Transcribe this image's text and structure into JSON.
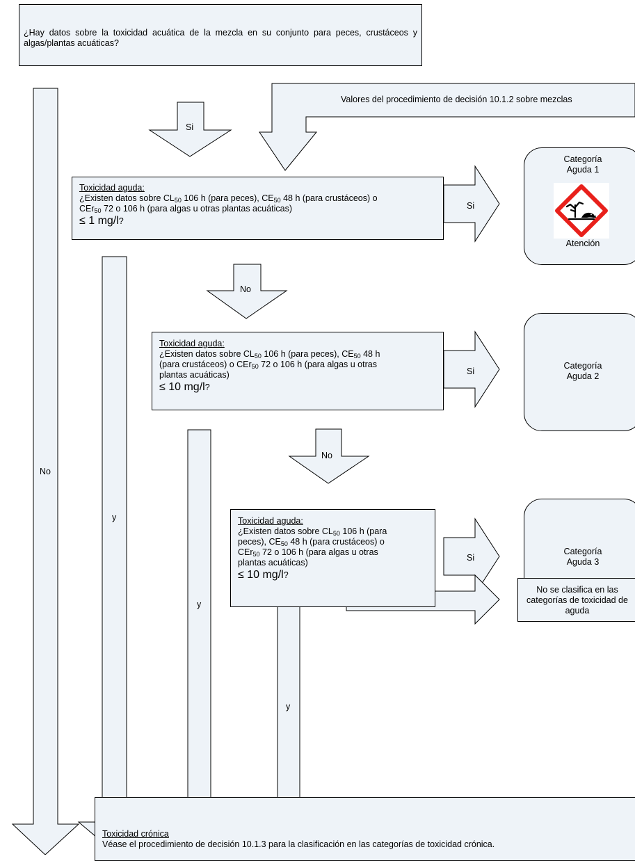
{
  "top_question": "¿Hay datos sobre la toxicidad acuática de la mezcla en su conjunto para peces, crustáceos y algas/plantas acuáticas?",
  "values_from": "Valores del procedimiento de decisión 10.1.2 sobre mezclas",
  "arrow_labels": {
    "si": "Si",
    "no": "No",
    "y": "y"
  },
  "acute": {
    "heading": "Toxicidad aguda:",
    "q_existen": "¿Existen datos sobre CL",
    "sub_50": "50",
    "q1_a": " 106 h (para peces), CE",
    "q1_b": " 48 h (para crustáceos) o",
    "q1_c": "CEr",
    "q1_d": " 72 o 106 h (para algas u otras plantas acuáticas)",
    "q1_threshold": "≤ 1 mg/l",
    "q2_a": " 106 h (para peces), CE",
    "q2_b": " 48 h",
    "q2_c": "(para crustáceos) o CEr",
    "q2_d": " 72 o 106 h (para algas u otras",
    "q2_e": "plantas acuáticas)",
    "q2_threshold": "≤ 10 mg/l",
    "q3_a": " 106 h (para",
    "q3_b": "peces), CE",
    "q3_c": " 48 h (para crustáceos) o",
    "q3_d": "CEr",
    "q3_e": " 72 o 106 h (para algas u otras",
    "q3_f": "plantas acuáticas)",
    "q3_threshold": "≤ 10 mg/l",
    "qmark": "?"
  },
  "categories": {
    "cat1_line1": "Categoría",
    "cat1_line2": "Aguda 1",
    "cat1_signal": "Atención",
    "cat2_line1": "Categoría",
    "cat2_line2": "Aguda 2",
    "cat3_line1": "Categoría",
    "cat3_line2": "Aguda 3",
    "not_classified": "No se clasifica en las categorías de toxicidad de aguda"
  },
  "chronic": {
    "heading": "Toxicidad crónica",
    "text": "Véase el procedimiento de decisión 10.1.3 para la clasificación en las categorías de toxicidad crónica."
  },
  "icons": {
    "pictogram": "environment-hazard-icon"
  },
  "colors": {
    "box_fill": "#eef3f8",
    "pictogram_border": "#e8201b"
  }
}
